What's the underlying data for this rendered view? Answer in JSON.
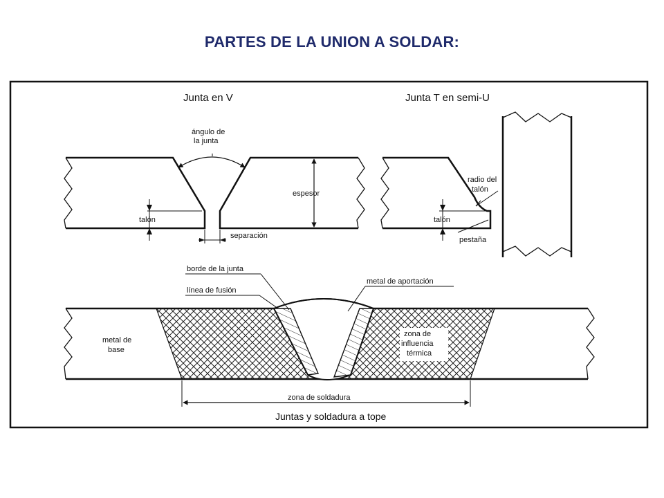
{
  "page": {
    "title": "PARTES DE LA UNION A SOLDAR:"
  },
  "diagram": {
    "v_joint": {
      "title": "Junta en V",
      "angle_label_1": "ángulo de",
      "angle_label_2": "la junta",
      "thickness": "espesor",
      "root_face": "talón",
      "gap": "separación"
    },
    "t_joint": {
      "title": "Junta T en semi-U",
      "root_radius_1": "radio del",
      "root_radius_2": "talón",
      "root_face": "talón",
      "lip": "pestaña"
    },
    "butt_weld": {
      "joint_edge": "borde de la junta",
      "fusion_line": "línea de fusión",
      "filler_metal": "metal de aportación",
      "base_metal_1": "metal de",
      "base_metal_2": "base",
      "haz_1": "zona de",
      "haz_2": "influencia",
      "haz_3": "térmica",
      "weld_zone": "zona de soldadura",
      "caption": "Juntas y soldadura a tope"
    }
  }
}
